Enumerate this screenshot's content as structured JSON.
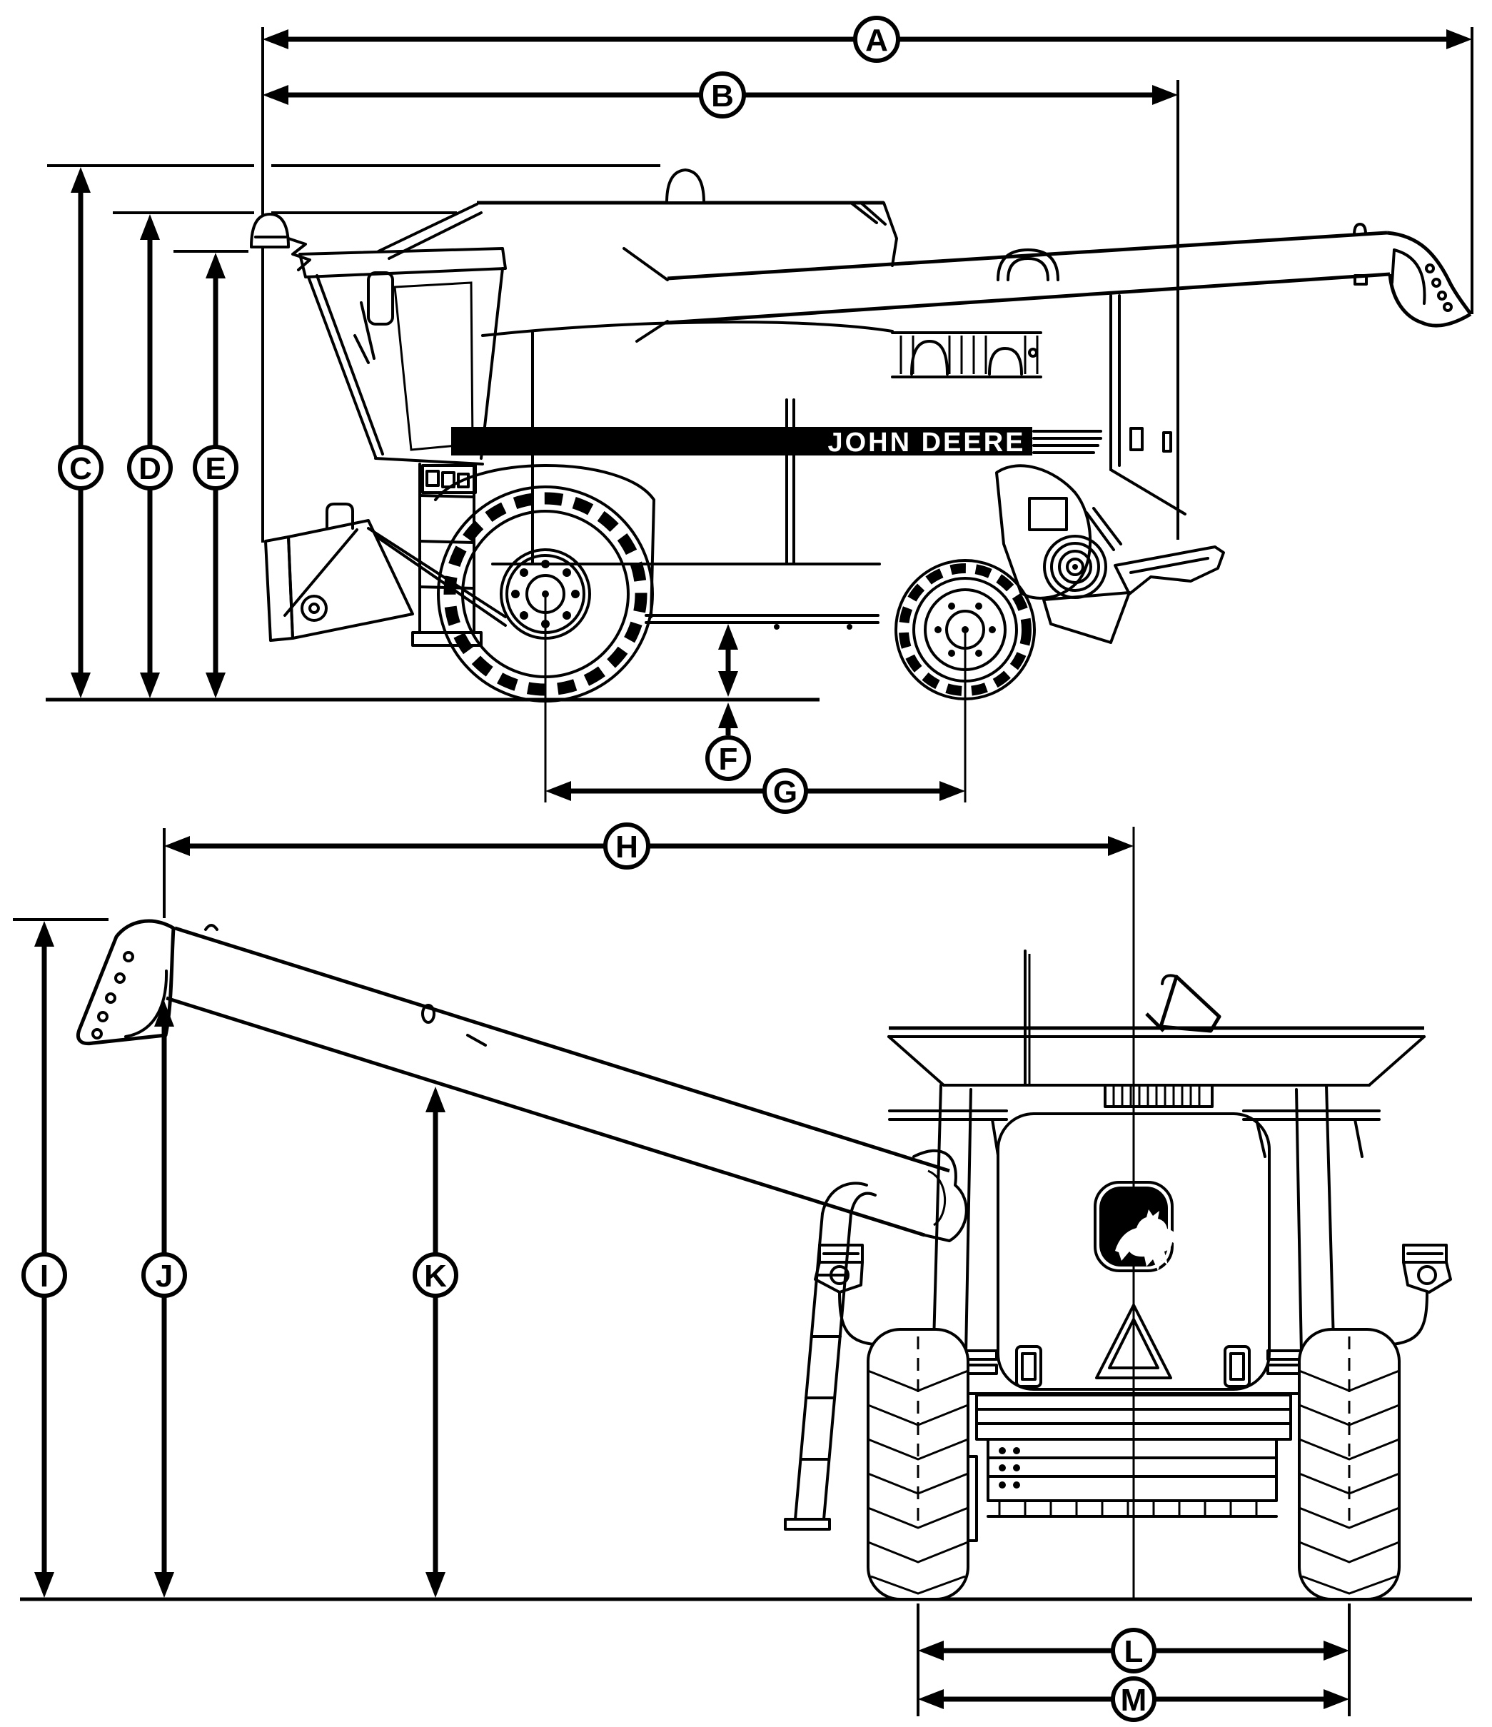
{
  "diagram": {
    "kind": "combine-harvester-dimension-diagram",
    "background_color": "#ffffff",
    "line_color": "#000000",
    "views": [
      {
        "id": "side-view",
        "description_letters": [
          "A",
          "B",
          "C",
          "D",
          "E",
          "F",
          "G"
        ]
      },
      {
        "id": "rear-view",
        "description_letters": [
          "H",
          "I",
          "J",
          "K",
          "L",
          "M"
        ]
      }
    ]
  },
  "labels": {
    "A": "A",
    "B": "B",
    "C": "C",
    "D": "D",
    "E": "E",
    "F": "F",
    "G": "G",
    "H": "H",
    "I": "I",
    "J": "J",
    "K": "K",
    "L": "L",
    "M": "M"
  },
  "brand": {
    "side_text": "JOHN DEERE",
    "logo_icon": "john-deere-leaping-deer-logo",
    "rear_emblem_icon": "slow-moving-vehicle-triangle"
  }
}
